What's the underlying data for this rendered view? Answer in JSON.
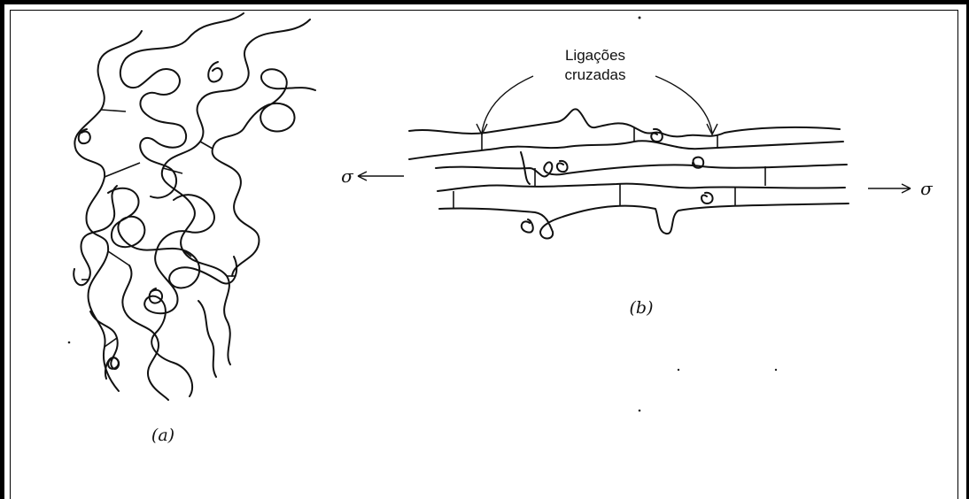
{
  "panel_a": {
    "label": "(a)"
  },
  "panel_b": {
    "label": "(b)",
    "annotation_line1": "Ligações",
    "annotation_line2": "cruzadas",
    "stress_left": "σ",
    "stress_right": "σ"
  }
}
